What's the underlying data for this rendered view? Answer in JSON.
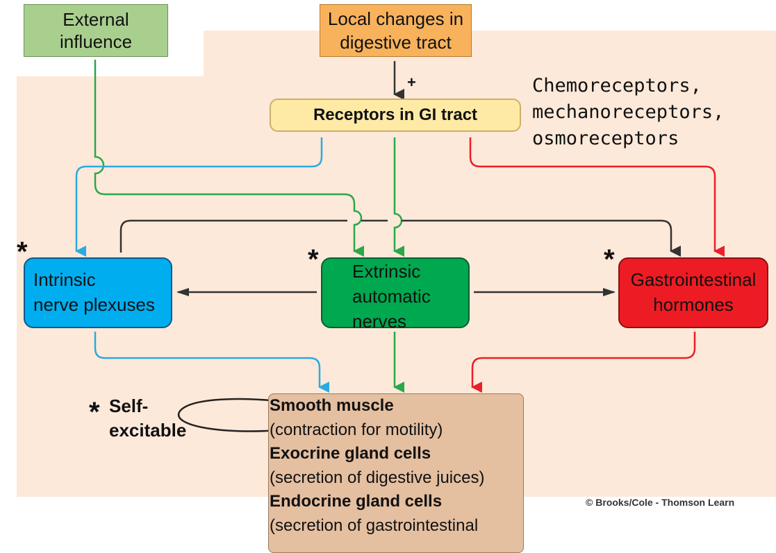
{
  "colors": {
    "background_panel": "#fde9d9",
    "external_box": "#a9cf8e",
    "local_box": "#f8b25c",
    "receptors_box": "#feeaa5",
    "intrinsic_box": "#00aeef",
    "extrinsic_box": "#00a84f",
    "hormones_box": "#ed1c24",
    "effectors_box": "#e4bfa0",
    "blue_arrow": "#29abe2",
    "green_arrow": "#2aa84a",
    "red_arrow": "#e8202a",
    "dark_arrow": "#333333"
  },
  "nodes": {
    "external": {
      "lines": [
        "External",
        "influence"
      ]
    },
    "local": {
      "lines": [
        "Local changes in",
        "digestive tract"
      ]
    },
    "receptors": {
      "label": "Receptors in GI tract"
    },
    "receptor_types": {
      "lines": [
        "Chemoreceptors,",
        "mechanoreceptors,",
        "osmoreceptors"
      ]
    },
    "intrinsic": {
      "lines": [
        "Intrinsic",
        "nerve plexuses"
      ]
    },
    "extrinsic": {
      "lines": [
        "Extrinsic",
        "automatic",
        "nerves"
      ]
    },
    "hormones": {
      "lines": [
        "Gastrointestinal",
        "hormones"
      ]
    },
    "effectors": {
      "smooth_title": "Smooth muscle",
      "smooth_desc": "(contraction for motility)",
      "exocrine_title": "Exocrine gland cells",
      "exocrine_desc": "(secretion of digestive juices)",
      "endocrine_title": "Endocrine gland cells",
      "endocrine_desc": "(secretion of gastrointestinal"
    }
  },
  "marks": {
    "asterisk": "*",
    "plus": "+",
    "self_excitable": [
      "Self-",
      "excitable"
    ]
  },
  "copyright": "© Brooks/Cole - Thomson Learn"
}
